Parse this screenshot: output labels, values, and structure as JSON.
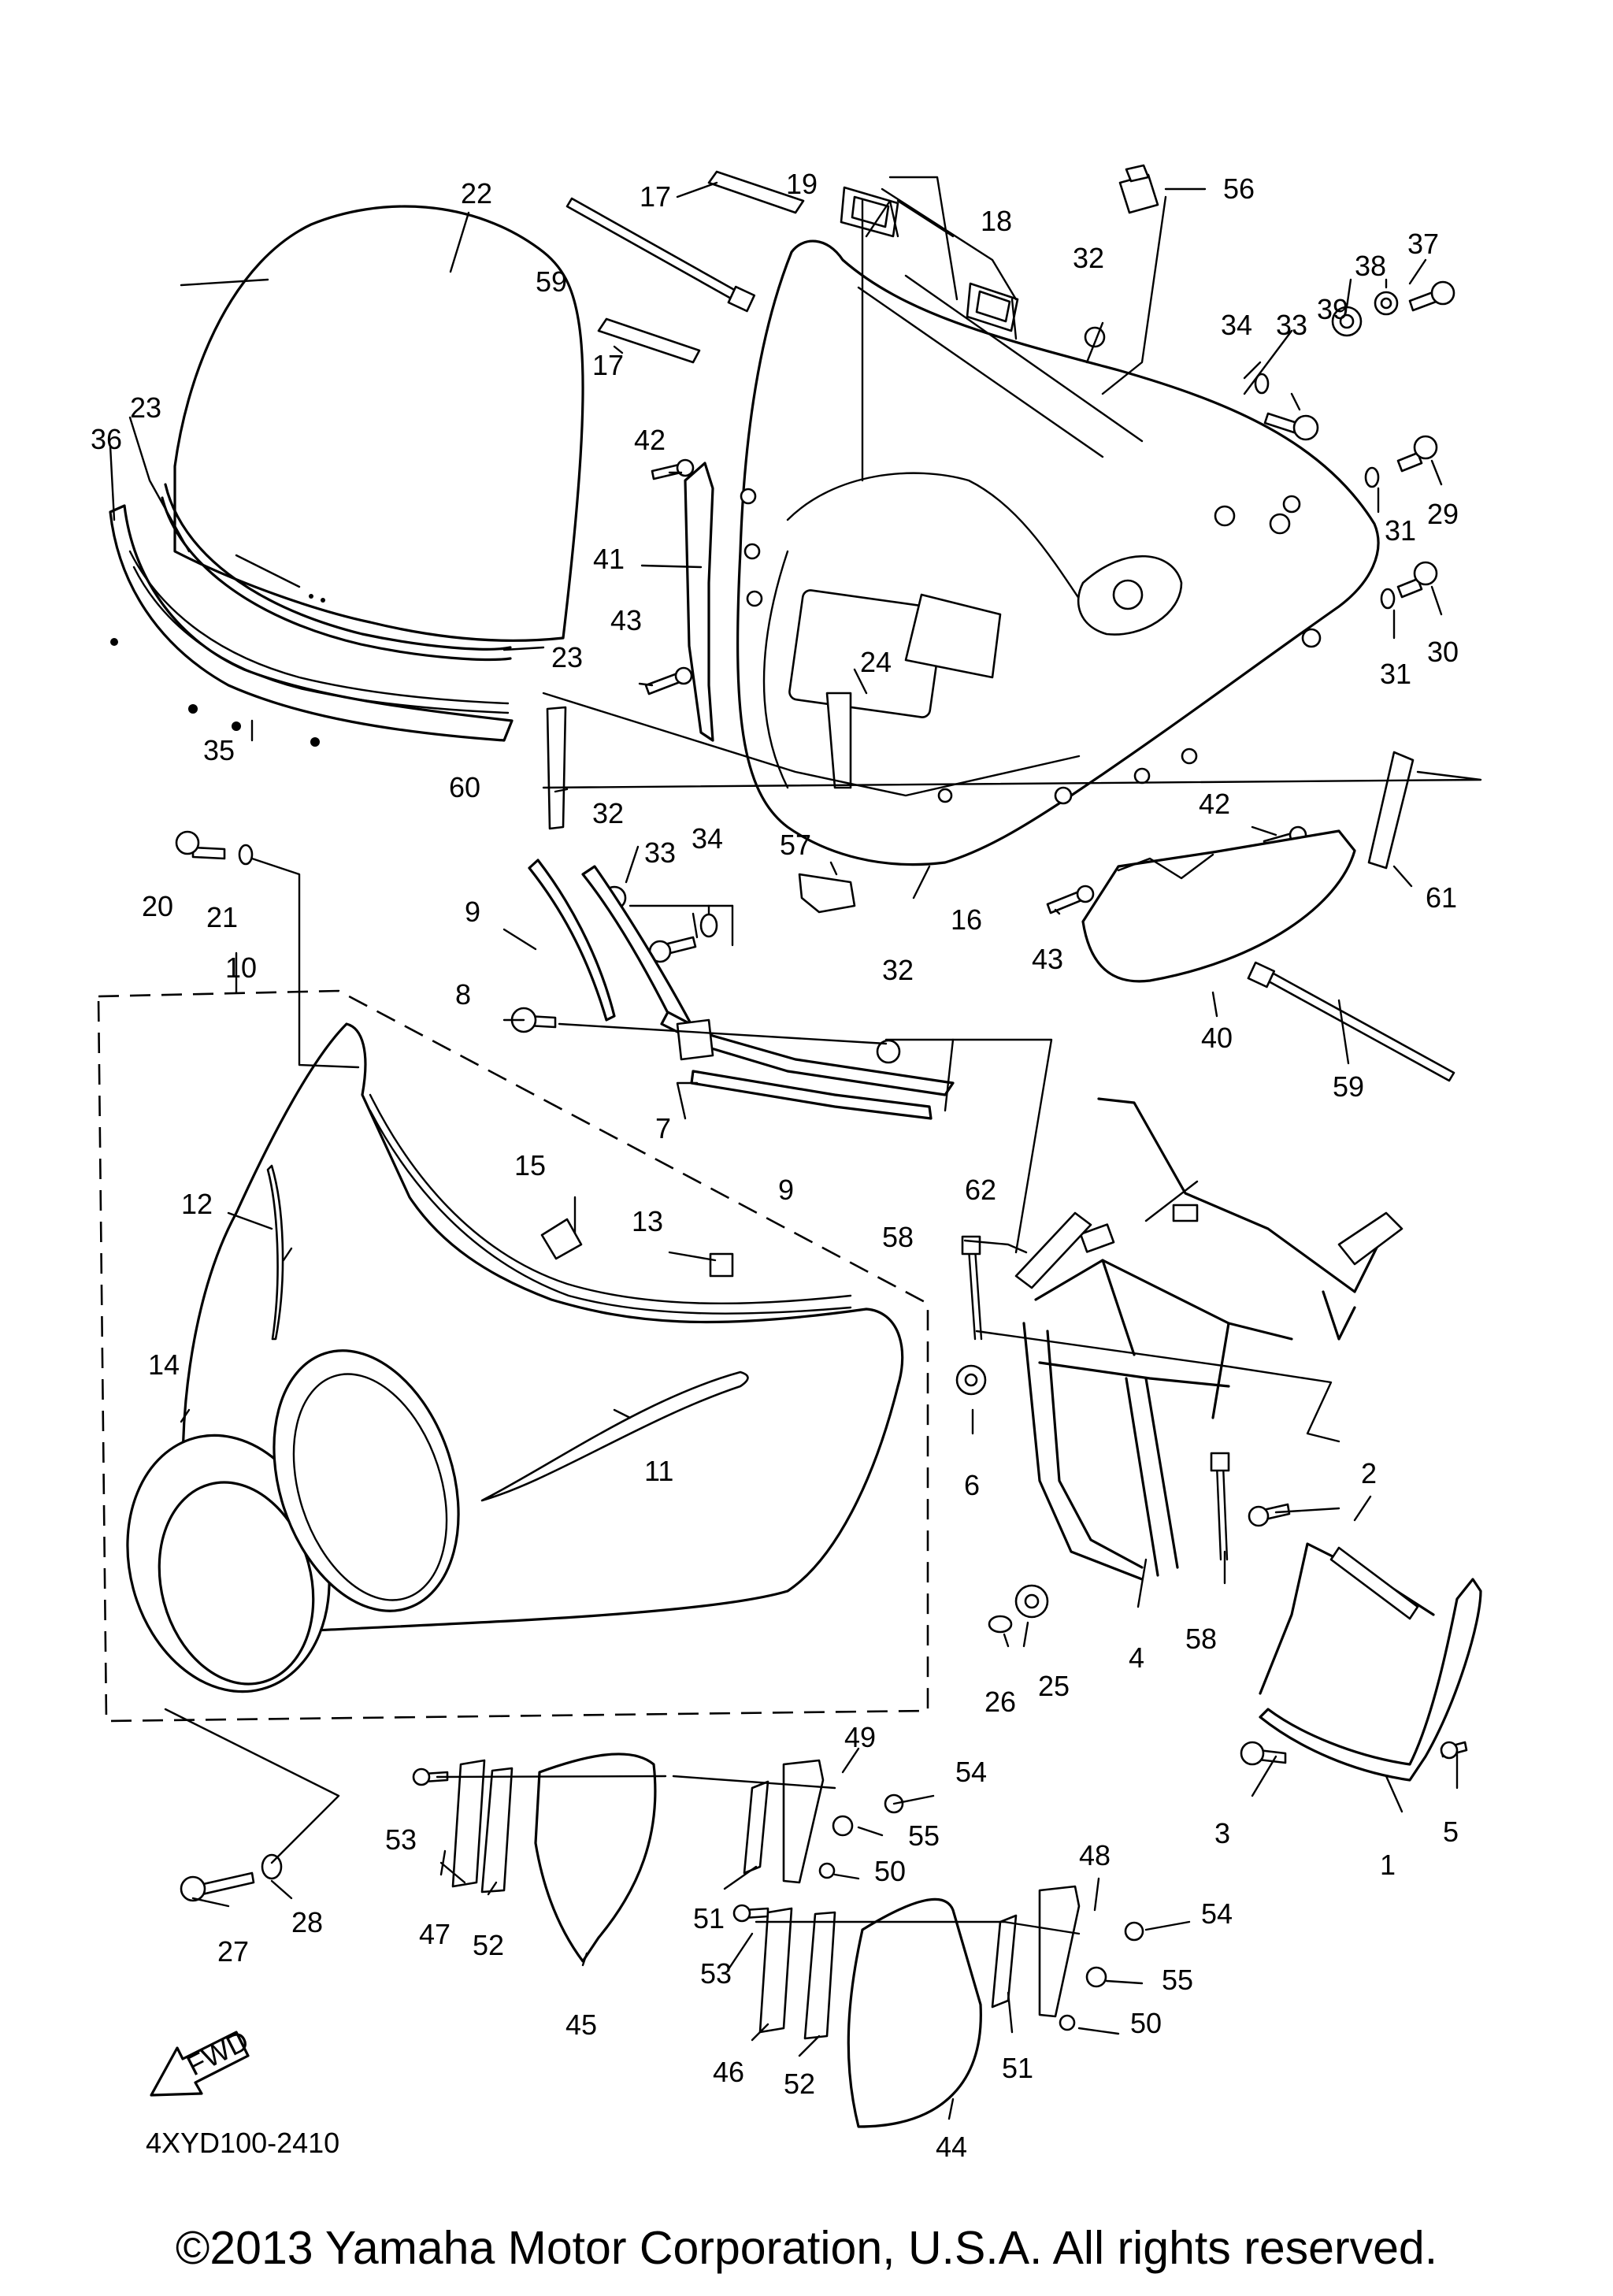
{
  "diagram": {
    "code": "4XYD100-2410",
    "fwd_label": "FWD",
    "copyright": "©2013 Yamaha Motor Corporation, U.S.A. All rights reserved."
  },
  "labels": [
    {
      "num": "1"
    },
    {
      "num": "2"
    },
    {
      "num": "3"
    },
    {
      "num": "4"
    },
    {
      "num": "5"
    },
    {
      "num": "6"
    },
    {
      "num": "7"
    },
    {
      "num": "8"
    },
    {
      "num": "9"
    },
    {
      "num": "9"
    },
    {
      "num": "10"
    },
    {
      "num": "11"
    },
    {
      "num": "12"
    },
    {
      "num": "13"
    },
    {
      "num": "14"
    },
    {
      "num": "15"
    },
    {
      "num": "16"
    },
    {
      "num": "17"
    },
    {
      "num": "17"
    },
    {
      "num": "18"
    },
    {
      "num": "19"
    },
    {
      "num": "20"
    },
    {
      "num": "21"
    },
    {
      "num": "22"
    },
    {
      "num": "23"
    },
    {
      "num": "23"
    },
    {
      "num": "24"
    },
    {
      "num": "25"
    },
    {
      "num": "26"
    },
    {
      "num": "27"
    },
    {
      "num": "28"
    },
    {
      "num": "29"
    },
    {
      "num": "30"
    },
    {
      "num": "31"
    },
    {
      "num": "31"
    },
    {
      "num": "32"
    },
    {
      "num": "32"
    },
    {
      "num": "32"
    },
    {
      "num": "33"
    },
    {
      "num": "33"
    },
    {
      "num": "34"
    },
    {
      "num": "34"
    },
    {
      "num": "35"
    },
    {
      "num": "36"
    },
    {
      "num": "37"
    },
    {
      "num": "38"
    },
    {
      "num": "39"
    },
    {
      "num": "40"
    },
    {
      "num": "41"
    },
    {
      "num": "42"
    },
    {
      "num": "42"
    },
    {
      "num": "43"
    },
    {
      "num": "43"
    },
    {
      "num": "44"
    },
    {
      "num": "45"
    },
    {
      "num": "46"
    },
    {
      "num": "47"
    },
    {
      "num": "48"
    },
    {
      "num": "49"
    },
    {
      "num": "50"
    },
    {
      "num": "50"
    },
    {
      "num": "51"
    },
    {
      "num": "51"
    },
    {
      "num": "52"
    },
    {
      "num": "52"
    },
    {
      "num": "53"
    },
    {
      "num": "53"
    },
    {
      "num": "54"
    },
    {
      "num": "54"
    },
    {
      "num": "55"
    },
    {
      "num": "55"
    },
    {
      "num": "56"
    },
    {
      "num": "57"
    },
    {
      "num": "58"
    },
    {
      "num": "58"
    },
    {
      "num": "59"
    },
    {
      "num": "59"
    },
    {
      "num": "60"
    },
    {
      "num": "61"
    },
    {
      "num": "62"
    }
  ]
}
